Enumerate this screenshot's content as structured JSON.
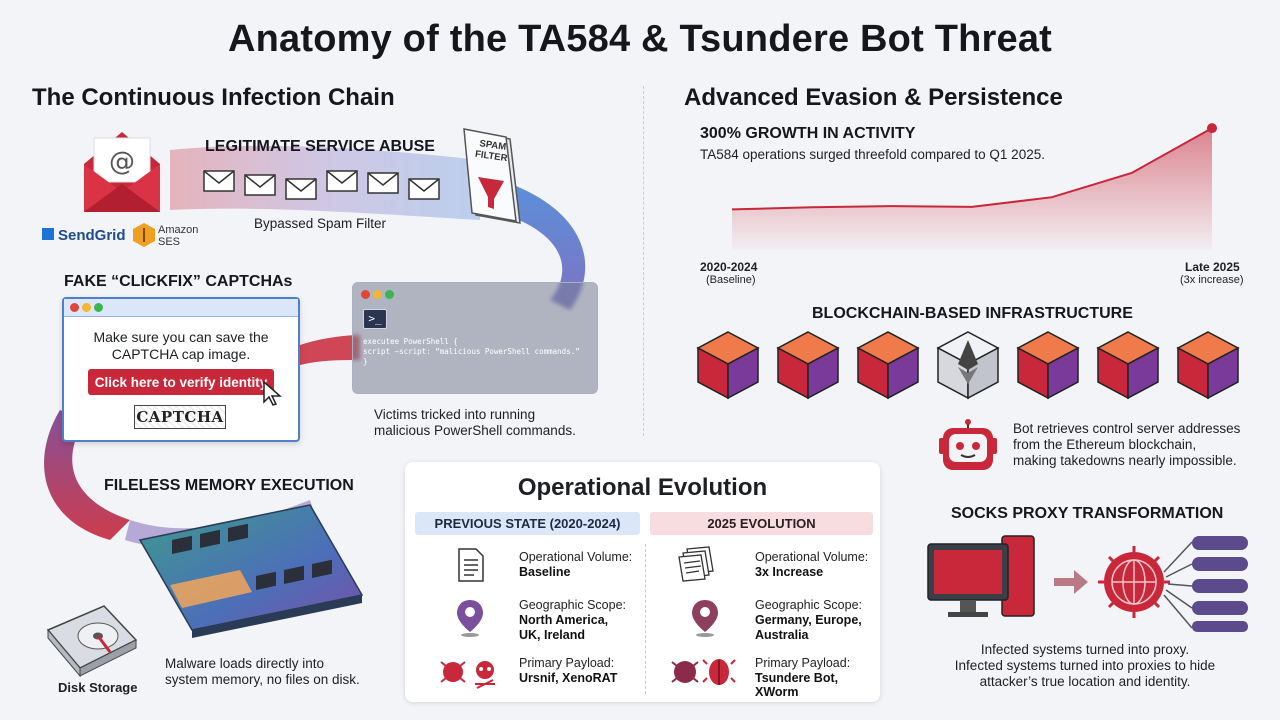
{
  "title": "Anatomy of the TA584 & Tsundere Bot Threat",
  "left": {
    "heading": "The Continuous Infection Chain",
    "abuse_heading": "LEGITIMATE SERVICE ABUSE",
    "bypass_label": "Bypassed Spam Filter",
    "spam_filter_label": "SPAM FILTER",
    "brand_sendgrid": "SendGrid",
    "brand_amazon_1": "Amazon",
    "brand_amazon_2": "SES",
    "captcha_heading": "FAKE “CLICKFIX” CAPTCHAs",
    "captcha_msg_1": "Make sure you can save the",
    "captcha_msg_2": "CAPTCHA cap image.",
    "verify_button": "Click here to verify identity",
    "captcha_text": "CAPTCHA",
    "terminal_line1": "executee PowerShell {",
    "terminal_line2": "  script –script: “malicious PowerShell commands.”",
    "terminal_line3": "}",
    "victims_1": "Victims tricked into running",
    "victims_2": "malicious PowerShell commands.",
    "fileless_heading": "FILELESS MEMORY EXECUTION",
    "disk_label": "Disk Storage",
    "malware_1": "Malware loads directly into",
    "malware_2": "system memory, no files on disk."
  },
  "right": {
    "heading": "Advanced Evasion & Persistence",
    "growth_heading": "300% GROWTH IN ACTIVITY",
    "growth_desc": "TA584 operations surged threefold compared to Q1 2025.",
    "x_start": "2020-2024",
    "x_start_sub": "(Baseline)",
    "x_end": "Late 2025",
    "x_end_sub": "(3x increase)",
    "blockchain_heading": "BLOCKCHAIN-BASED INFRASTRUCTURE",
    "bot_1": "Bot retrieves control server addresses",
    "bot_2": "from the Ethereum blockchain,",
    "bot_3": "making takedowns nearly impossible.",
    "socks_heading": "SOCKS PROXY TRANSFORMATION",
    "socks_1": "Infected systems turned into proxy.",
    "socks_2": "Infected systems turned into proxies to hide",
    "socks_3": "attacker’s true location and identity."
  },
  "evolution": {
    "heading": "Operational Evolution",
    "prev_label": "PREVIOUS STATE (2020-2024)",
    "new_label": "2025 EVOLUTION",
    "prev": [
      {
        "label": "Operational Volume:",
        "value_1": "Baseline",
        "value_2": ""
      },
      {
        "label": "Geographic Scope:",
        "value_1": "North America,",
        "value_2": "UK, Ireland"
      },
      {
        "label": "Primary Payload:",
        "value_1": "Ursnif, XenoRAT",
        "value_2": ""
      }
    ],
    "new": [
      {
        "label": "Operational Volume:",
        "value_1": "3x Increase",
        "value_2": ""
      },
      {
        "label": "Geographic Scope:",
        "value_1": "Germany, Europe,",
        "value_2": "Australia"
      },
      {
        "label": "Primary Payload:",
        "value_1": "Tsundere Bot,",
        "value_2": "XWorm"
      }
    ]
  },
  "chart_data": {
    "type": "area",
    "x": [
      0,
      1,
      2,
      3,
      4,
      5,
      6
    ],
    "values": [
      1.0,
      1.05,
      1.08,
      1.06,
      1.3,
      1.9,
      3.0
    ],
    "ylim": [
      0,
      3.2
    ],
    "grid": false,
    "colors": {
      "line": "#c8283a",
      "fill": "#c8283a"
    }
  },
  "colors": {
    "accent_red": "#c8283a",
    "accent_blue": "#4f7fc9",
    "pill_blue": "#dbe7f6",
    "pill_red": "#f7dde0"
  }
}
